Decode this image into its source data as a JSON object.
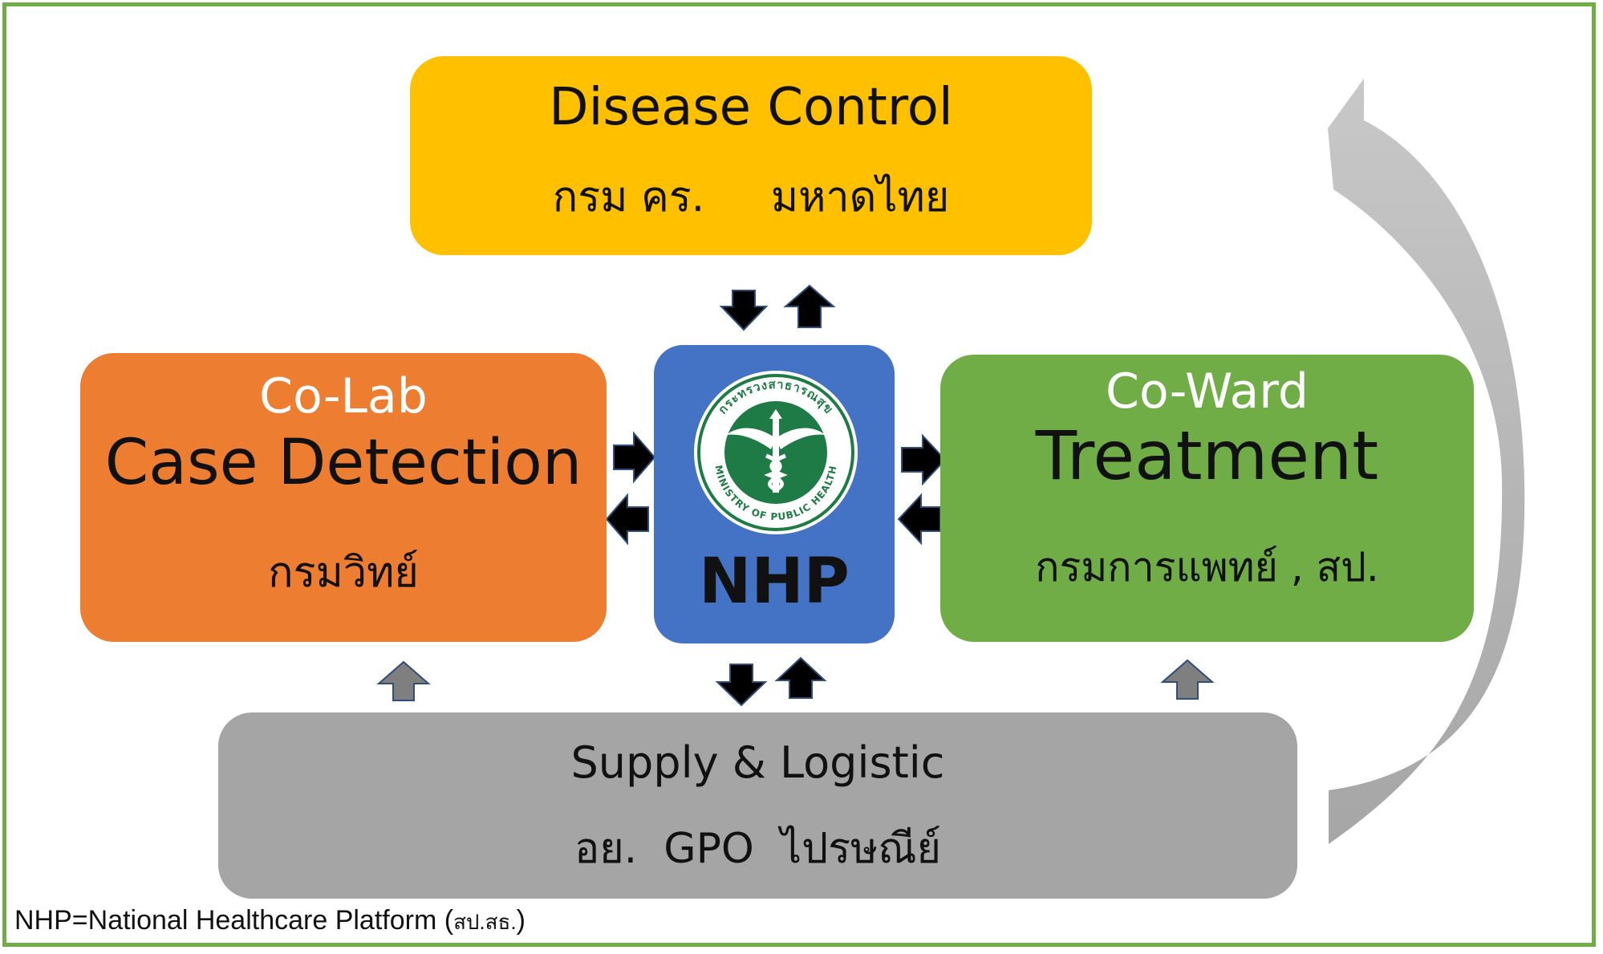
{
  "disease_control": {
    "title": "Disease Control",
    "subtitle": "กรม คร.     มหาดไทย"
  },
  "colab": {
    "top": "Co-Lab",
    "title": "Case Detection",
    "subtitle": "กรมวิทย์"
  },
  "nhp": {
    "label": "NHP",
    "logo_text_top": "กระทรวงสาธารณสุข",
    "logo_text_bottom": "MINISTRY OF PUBLIC HEALTH"
  },
  "coward": {
    "top": "Co-Ward",
    "title": "Treatment",
    "subtitle": "กรมการแพทย์ , สป."
  },
  "supply": {
    "title": "Supply & Logistic",
    "subtitle": "อย.  GPO  ไปรษณีย์"
  },
  "footnote": {
    "main": "NHP=National Healthcare Platform (",
    "thai": "สป.สธ.",
    "close": ")"
  },
  "colors": {
    "border": "#70AD47",
    "disease_control": "#FFC000",
    "colab": "#ED7D31",
    "nhp": "#4472C4",
    "coward": "#70AD47",
    "supply": "#A5A5A5",
    "arrow_black": "#000000",
    "arrow_gray": "#7F7F7F",
    "curved_arrow": "#B7B7B7"
  }
}
